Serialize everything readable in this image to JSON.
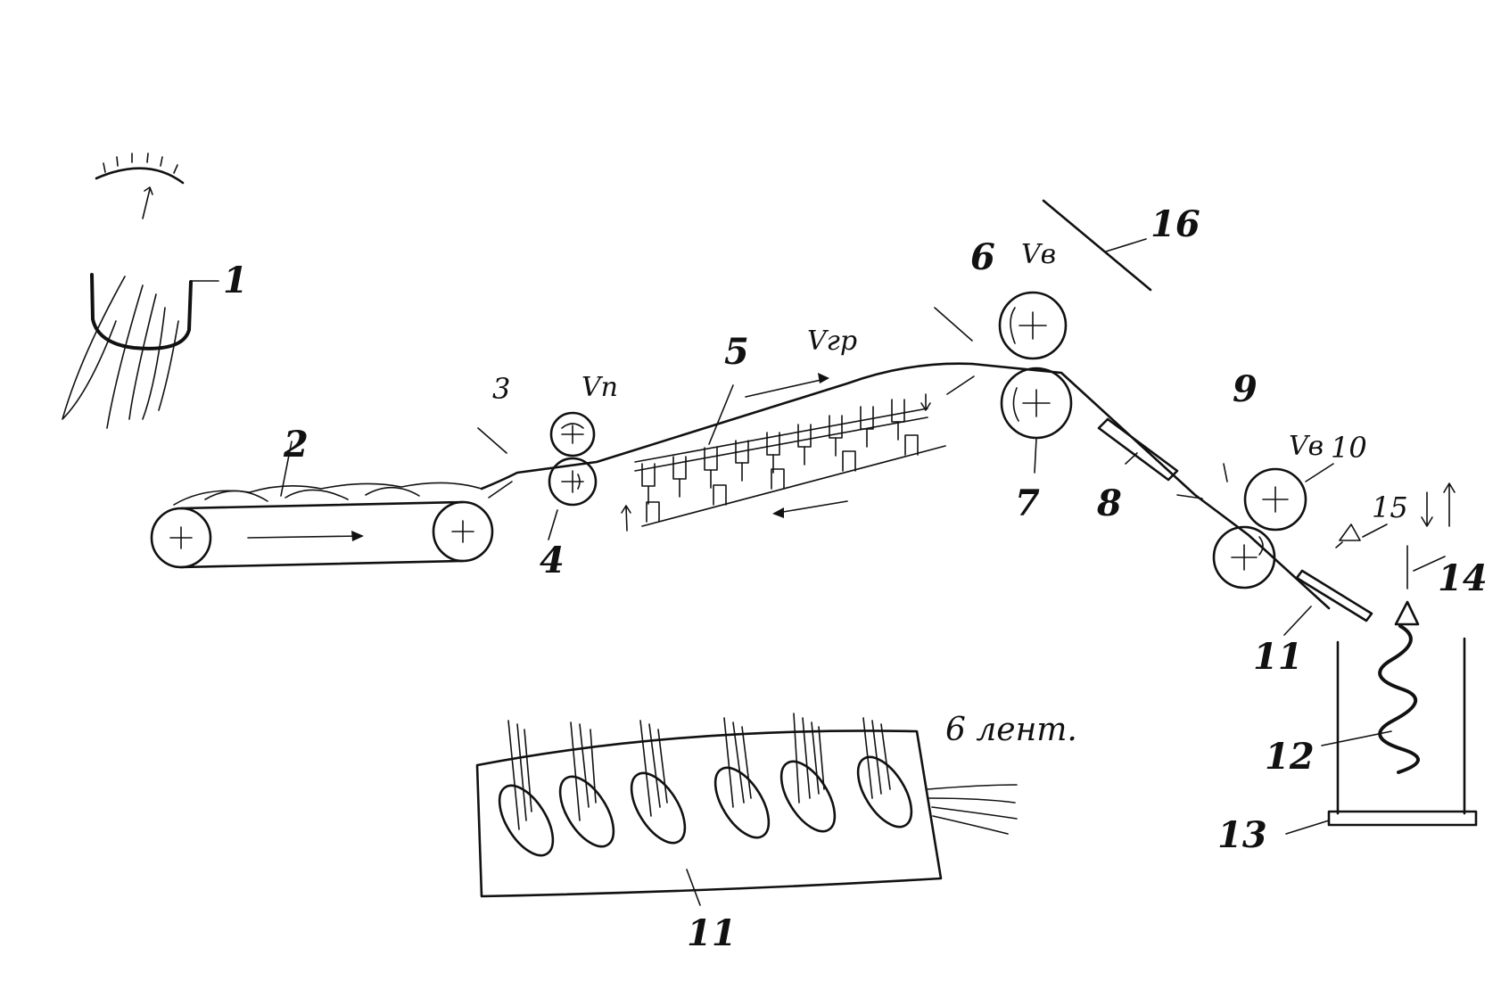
{
  "labels": {
    "l1": "1",
    "l2": "2",
    "l3": "3",
    "l4": "4",
    "l5": "5",
    "l6": "6",
    "l7": "7",
    "l8": "8",
    "l9": "9",
    "l10": "10",
    "l11": "11",
    "l11b": "11",
    "l12": "12",
    "l13": "13",
    "l14": "14",
    "l15": "15",
    "l16": "16"
  },
  "speeds": {
    "feed": "Vn",
    "comb": "Vгр",
    "draw": "Vв",
    "draw2": "Vв"
  },
  "note": "6 лент."
}
